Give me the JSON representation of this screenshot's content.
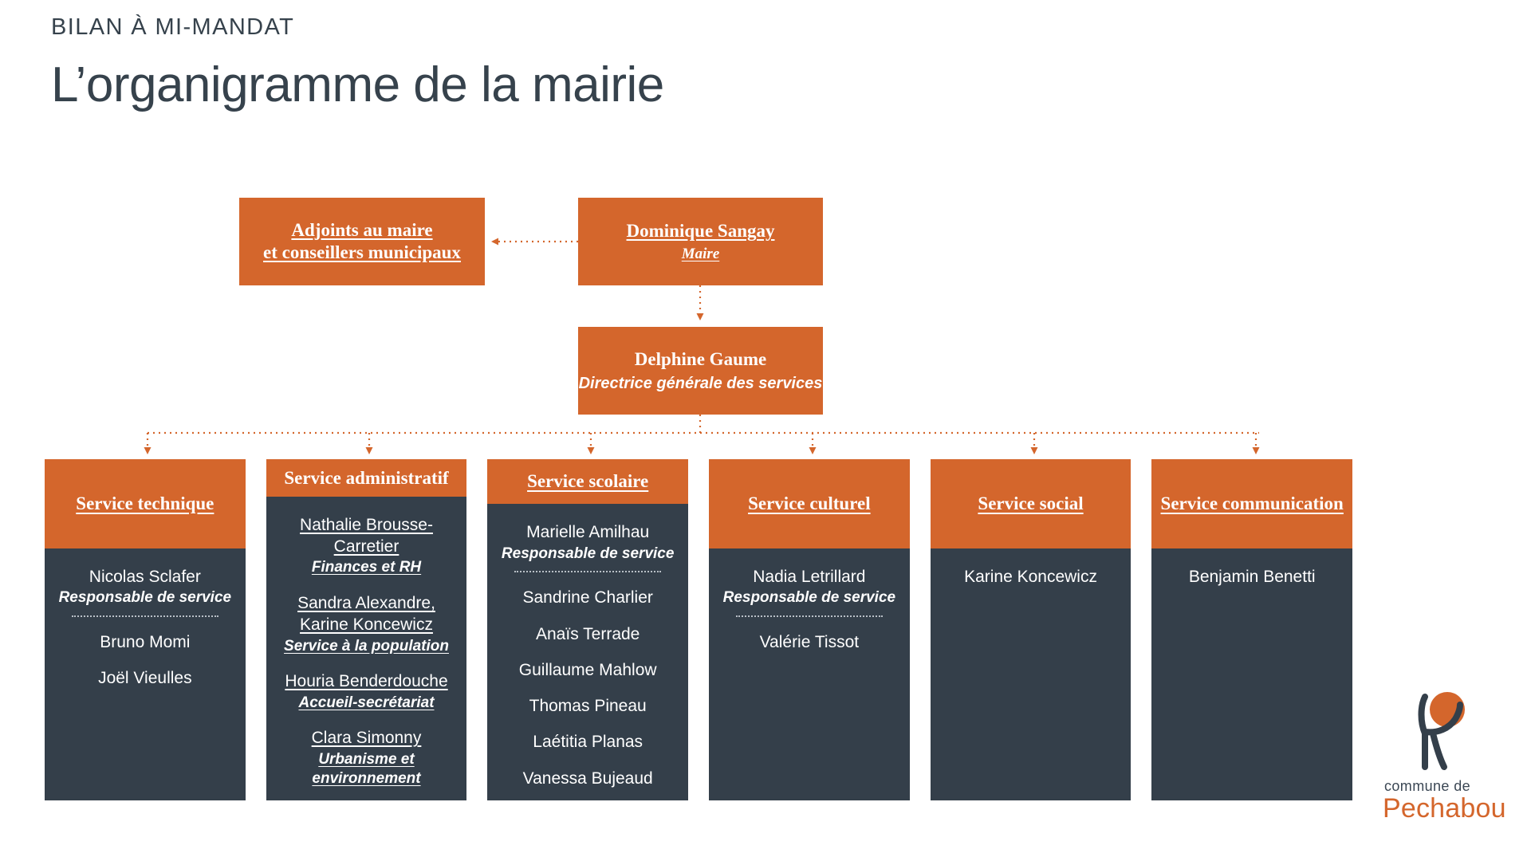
{
  "header": {
    "kicker": "BILAN À MI-MANDAT",
    "title": "L’organigramme de la mairie"
  },
  "colors": {
    "orange": "#d4662c",
    "dark": "#343f4a",
    "text_dark": "#36424c",
    "white": "#ffffff",
    "dotted": "#b9c0c7"
  },
  "nodes": {
    "adjoints": {
      "line1": "Adjoints au maire",
      "line2": "et conseillers municipaux"
    },
    "maire": {
      "name": "Dominique Sangay",
      "role": "Maire"
    },
    "dgs": {
      "name": "Delphine Gaume",
      "role": "Directrice générale des services"
    }
  },
  "services": [
    {
      "header": "Service technique",
      "header_underline": true,
      "entries": [
        {
          "name": "Nicolas Sclafer",
          "role": "Responsable de service",
          "underline": false,
          "separator": true
        },
        {
          "name": "Bruno Momi",
          "role": "",
          "underline": false,
          "separator": false
        },
        {
          "name": "Joël Vieulles",
          "role": "",
          "underline": false,
          "separator": false
        }
      ]
    },
    {
      "header": "Service administratif",
      "header_underline": false,
      "entries": [
        {
          "name": "Nathalie Brousse-Carretier",
          "role": "Finances et RH",
          "underline": true,
          "separator": false
        },
        {
          "name": "Sandra Alexandre,\nKarine Koncewicz",
          "role": "Service à la population",
          "underline": true,
          "separator": false
        },
        {
          "name": "Houria Benderdouche",
          "role": "Accueil-secrétariat",
          "underline": true,
          "separator": false
        },
        {
          "name": "Clara Simonny",
          "role": "Urbanisme et environnement",
          "underline": true,
          "separator": false
        }
      ]
    },
    {
      "header": "Service scolaire",
      "header_underline": true,
      "entries": [
        {
          "name": "Marielle Amilhau",
          "role": "Responsable de service",
          "underline": false,
          "separator": true
        },
        {
          "name": "Sandrine Charlier",
          "role": "",
          "underline": false,
          "separator": false
        },
        {
          "name": "Anaïs Terrade",
          "role": "",
          "underline": false,
          "separator": false
        },
        {
          "name": "Guillaume Mahlow",
          "role": "",
          "underline": false,
          "separator": false
        },
        {
          "name": "Thomas Pineau",
          "role": "",
          "underline": false,
          "separator": false
        },
        {
          "name": "Laétitia Planas",
          "role": "",
          "underline": false,
          "separator": false
        },
        {
          "name": "Vanessa Bujeaud",
          "role": "",
          "underline": false,
          "separator": false
        }
      ]
    },
    {
      "header": "Service culturel",
      "header_underline": true,
      "entries": [
        {
          "name": "Nadia Letrillard",
          "role": "Responsable de service",
          "underline": false,
          "separator": true
        },
        {
          "name": "Valérie Tissot",
          "role": "",
          "underline": false,
          "separator": false
        }
      ]
    },
    {
      "header": "Service social",
      "header_underline": true,
      "entries": [
        {
          "name": "Karine Koncewicz",
          "role": "",
          "underline": false,
          "separator": false
        }
      ]
    },
    {
      "header": "Service communication",
      "header_underline": true,
      "entries": [
        {
          "name": "Benjamin Benetti",
          "role": "",
          "underline": false,
          "separator": false
        }
      ]
    }
  ],
  "logo": {
    "commune_label": "commune de",
    "town_name": "Pechabou"
  }
}
